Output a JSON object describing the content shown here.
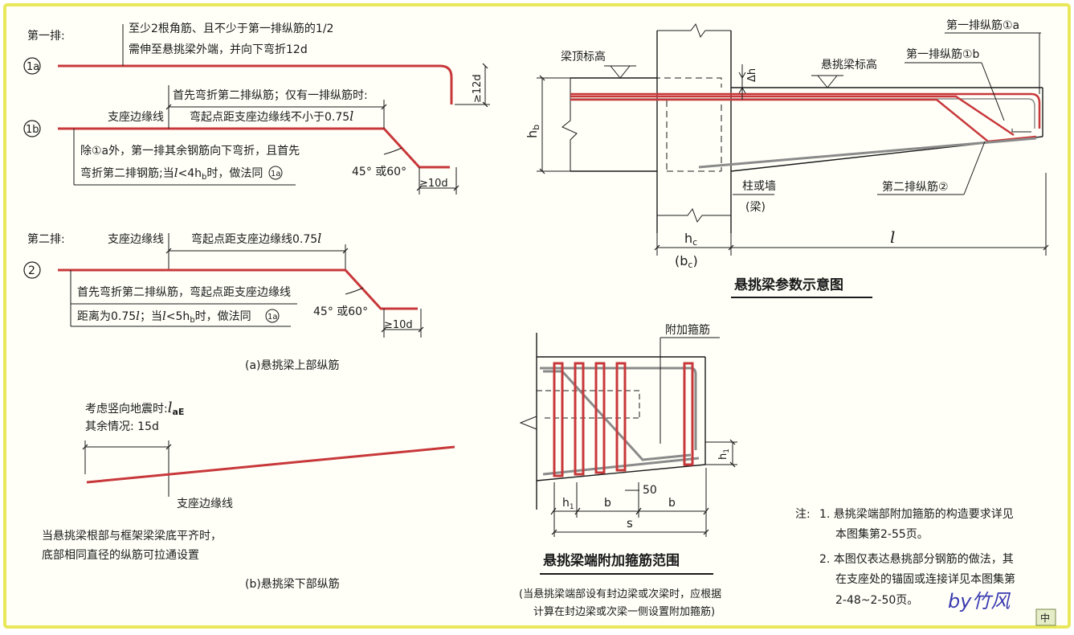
{
  "colors": {
    "rebar": "#c8383a",
    "line": "#1a1a1a",
    "border": "#e8e85a",
    "paper": "#fffff8",
    "rebar_gray": "#8a8a8a"
  },
  "top": {
    "row1_label": "第一排:",
    "mark_1a": "1a",
    "mark_1b": "1b",
    "note_1a_line1": "至少2根角筋、且不少于第一排纵筋的1/2",
    "note_1a_line2": "需伸至悬挑梁外端，并向下弯折12d",
    "dim_12d": "≥12d",
    "note_1b_top_line1": "首先弯折第二排纵筋；仅有一排纵筋时:",
    "support_edge_1": "支座边缘线",
    "note_1b_top_line2": "弯起点距支座边缘线不小于0.75",
    "l_symbol": "l",
    "note_1b_bottom_line1": "除①a外，第一排其余钢筋向下弯折，且首先",
    "note_1b_bottom_line2_a": "弯折第二排钢筋;当",
    "note_1b_bottom_line2_b": "<4h",
    "note_1b_bottom_line2_c": "时，做法同",
    "sub_b": "b",
    "angle_1": "45° 或60°",
    "dim_10d_1": "≥10d",
    "row2_label": "第二排:",
    "mark_2": "2",
    "support_edge_2": "支座边缘线",
    "note_2_top": "弯起点距支座边缘线0.75",
    "note_2_bottom_line1": "首先弯折第二排纵筋，弯起点距支座边缘线",
    "note_2_bottom_line2_a": "距离为0.75",
    "note_2_bottom_line2_b": "；当",
    "note_2_bottom_line2_c": "<5h",
    "note_2_bottom_line2_d": "时，做法同",
    "angle_2": "45° 或60°",
    "dim_10d_2": "≥10d",
    "caption_a": "(a)悬挑梁上部纵筋"
  },
  "bottom": {
    "seismic_line1": "考虑竖向地震时:",
    "laE": "l",
    "laE_sub": "aE",
    "other_line": "其余情况: 15d",
    "support_edge_3": "支座边缘线",
    "note_line1": "当悬挑梁根部与框架梁梁底平齐时，",
    "note_line2": "底部相同直径的纵筋可拉通设置",
    "caption_b": "(b)悬挑梁下部纵筋"
  },
  "params": {
    "beam_top_elev": "梁顶标高",
    "cantilever_top_elev": "悬挑梁标高",
    "delta_h": "Δh",
    "hb": "h",
    "hb_sub": "b",
    "rebar_1a": "第一排纵筋①a",
    "rebar_1b": "第一排纵筋①b",
    "rebar_2": "第二排纵筋②",
    "column_wall": "柱或墙",
    "beam_paren": "(梁)",
    "hc": "h",
    "hc_sub": "c",
    "bc": "(b",
    "bc_sub": "c",
    "bc_close": ")",
    "l_span": "l",
    "title": "悬挑梁参数示意图"
  },
  "stirrup": {
    "label": "附加箍筋",
    "h1_right": "h",
    "h1_sub": "1",
    "dim_h1": "h",
    "dim_h1_sub": "1",
    "dim_b1": "b",
    "dim_b2": "b",
    "dim_50": "50",
    "dim_s": "s",
    "title": "悬挑梁端附加箍筋范围",
    "note_line1": "(当悬挑梁端部设有封边梁或次梁时，应根据",
    "note_line2": "计算在封边梁或次梁一侧设置附加箍筋)"
  },
  "notes": {
    "prefix": "注:",
    "item1_line1": "1. 悬挑梁端部附加箍筋的构造要求详见",
    "item1_line2": "本图集第2-55页。",
    "item2_line1": "2. 本图仅表达悬挑部分钢筋的做法，其",
    "item2_line2": "在支座处的锚固或连接详见本图集第",
    "item2_line3": "2-48~2-50页。"
  },
  "watermark": "by竹风",
  "corner_badge": "中"
}
